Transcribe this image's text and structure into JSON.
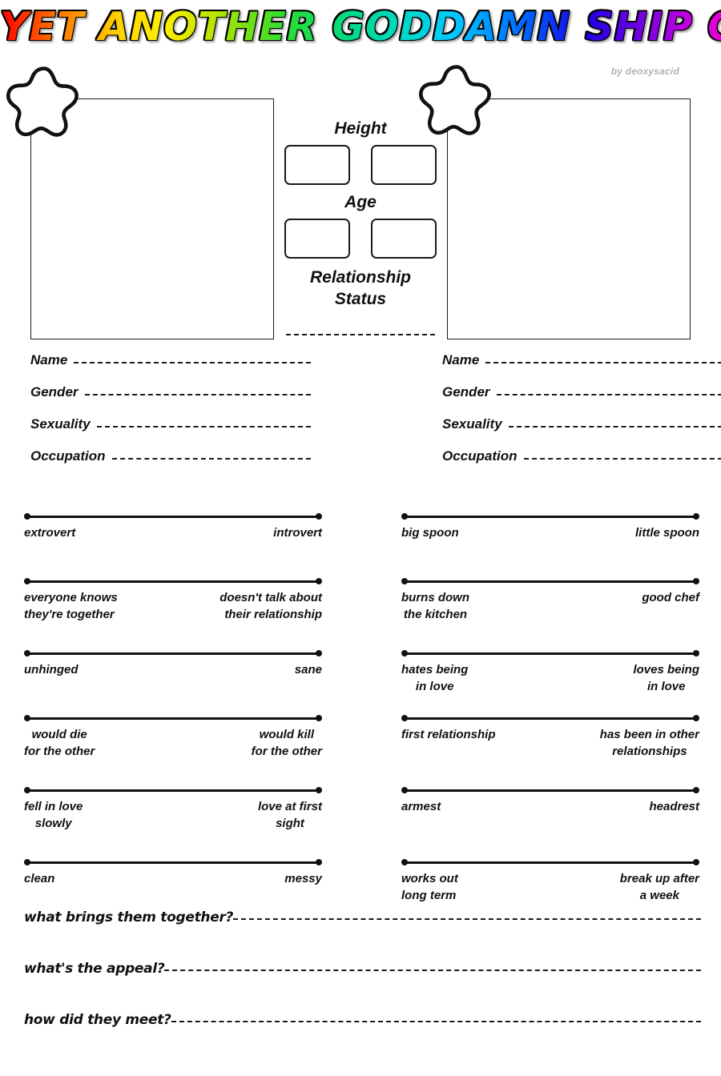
{
  "header": {
    "title": "YET ANOTHER GODDAMN SHIP CHART",
    "byline": "by deoxysacid"
  },
  "center": {
    "height_label": "Height",
    "age_label": "Age",
    "relationship_status_label": "Relationship Status"
  },
  "profile_fields": {
    "labels": [
      "Name",
      "Gender",
      "Sexuality",
      "Occupation"
    ]
  },
  "left_profile": {
    "fields": [
      {
        "label": "Name",
        "value": ""
      },
      {
        "label": "Gender",
        "value": ""
      },
      {
        "label": "Sexuality",
        "value": ""
      },
      {
        "label": "Occupation",
        "value": ""
      }
    ]
  },
  "right_profile": {
    "fields": [
      {
        "label": "Name",
        "value": ""
      },
      {
        "label": "Gender",
        "value": ""
      },
      {
        "label": "Sexuality",
        "value": ""
      },
      {
        "label": "Occupation",
        "value": ""
      }
    ]
  },
  "scales_left": [
    {
      "left": "extrovert",
      "right": "introvert",
      "center_left": false,
      "center_right": false
    },
    {
      "left": "everyone knows\nthey're together",
      "right": "doesn't talk about\ntheir relationship",
      "center_left": false,
      "center_right": false
    },
    {
      "left": "unhinged",
      "right": "sane",
      "center_left": false,
      "center_right": false
    },
    {
      "left": "would die\nfor the other",
      "right": "would kill\nfor the other",
      "center_left": true,
      "center_right": true
    },
    {
      "left": "fell in love\nslowly",
      "right": "love at first\nsight",
      "center_left": true,
      "center_right": true
    },
    {
      "left": "clean",
      "right": "messy",
      "center_left": false,
      "center_right": false
    }
  ],
  "scales_right": [
    {
      "left": "big spoon",
      "right": "little spoon",
      "center_left": false,
      "center_right": false
    },
    {
      "left": "burns down\nthe kitchen",
      "right": "good chef",
      "center_left": true,
      "center_right": false
    },
    {
      "left": "hates being\nin love",
      "right": "loves being\nin love",
      "center_left": true,
      "center_right": true
    },
    {
      "left": "first relationship",
      "right": "has been in other\nrelationships",
      "center_left": false,
      "center_right": false
    },
    {
      "left": "armest",
      "right": "headrest",
      "center_left": false,
      "center_right": false
    },
    {
      "left": "works out\nlong term",
      "right": "break up after\na week",
      "center_left": false,
      "center_right": true
    }
  ],
  "questions": [
    {
      "label": "what brings them together?",
      "value": ""
    },
    {
      "label": "what's the appeal?",
      "value": ""
    },
    {
      "label": "how did they meet?",
      "value": ""
    }
  ],
  "colors": {
    "ink": "#111111",
    "byline": "#b3b3b3",
    "paper": "#ffffff"
  }
}
